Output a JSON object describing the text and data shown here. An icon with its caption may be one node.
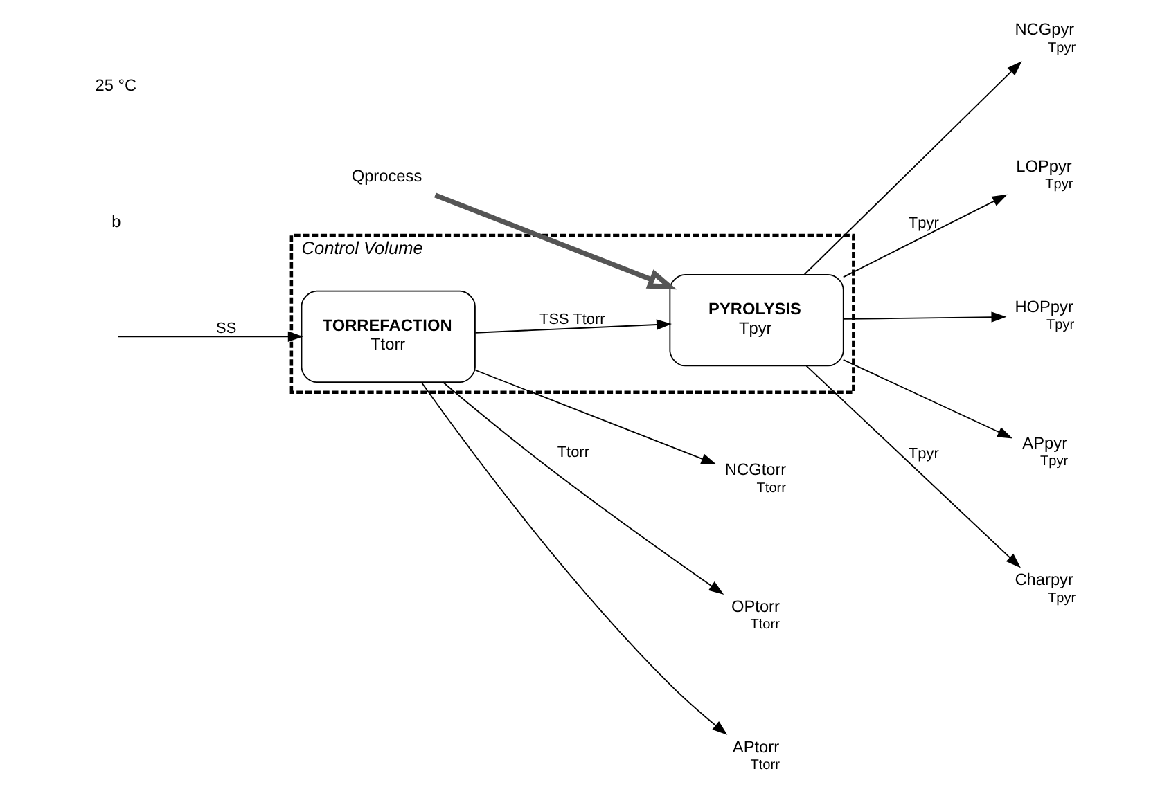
{
  "diagram": {
    "nodes": [
      {
        "text": [
          "Control Volume"
        ]
      },
      {
        "text": [
          "TORREFACTION",
          "Ttorr"
        ],
        "in": 0
      },
      {
        "text": [
          "PYROLYSIS",
          "Tpyr"
        ],
        "in": 0
      },
      {
        "text": [
          "NCGtorr",
          "Ttorr"
        ]
      },
      {
        "text": [
          "OPtorr",
          "Ttorr"
        ]
      },
      {
        "text": [
          "APtorr",
          "Ttorr"
        ]
      },
      {
        "text": [
          "NCGpyr",
          "Tpyr"
        ]
      },
      {
        "text": [
          "LOPpyr",
          "Tpyr"
        ]
      },
      {
        "text": [
          "HOPpyr",
          "Tpyr"
        ]
      },
      {
        "text": [
          "APpyr",
          "Tpyr"
        ]
      },
      {
        "text": [
          "Charpyr",
          "Tpyr"
        ]
      },
      {
        "text": [
          "Qprocess"
        ]
      }
    ],
    "edges": [
      {
        "from": null,
        "to": 1,
        "arrow": "to",
        "label": "SS"
      },
      {
        "from": 1,
        "to": 2,
        "arrow": "to",
        "label": "TSS Ttorr"
      },
      {
        "from": 1,
        "to": 3,
        "arrow": "to"
      },
      {
        "from": 1,
        "to": 4,
        "arrow": "to",
        "label": "Ttorr"
      },
      {
        "from": 1,
        "to": 5,
        "arrow": "to"
      },
      {
        "from": 2,
        "to": 6,
        "arrow": "to"
      },
      {
        "from": 2,
        "to": 7,
        "arrow": "to",
        "label": "Tpyr"
      },
      {
        "from": 2,
        "to": 8,
        "arrow": "to"
      },
      {
        "from": 2,
        "to": 9,
        "arrow": "to"
      },
      {
        "from": 2,
        "to": 10,
        "arrow": "to",
        "label": "Tpyr"
      },
      {
        "from": 11,
        "to": 2,
        "arrow": "to",
        "style": "thick"
      }
    ],
    "labels": [
      "b",
      "25 °C"
    ]
  }
}
